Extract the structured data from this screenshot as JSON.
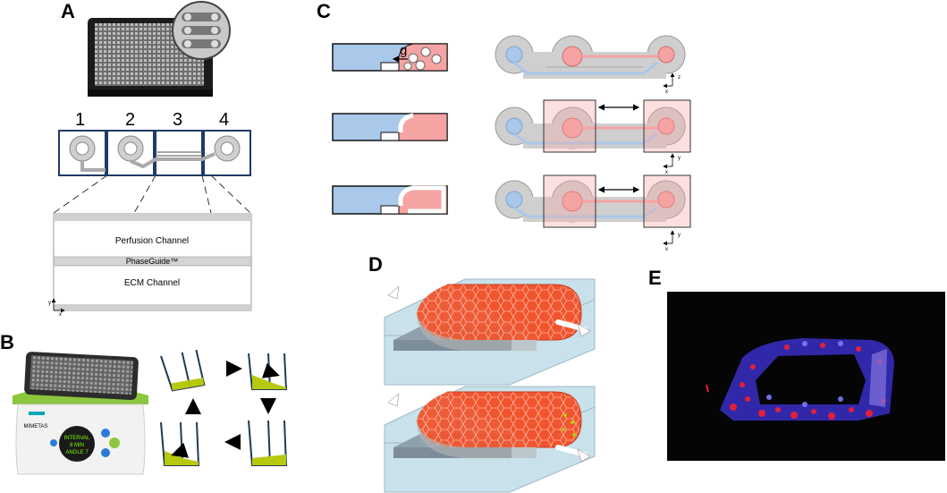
{
  "panels": {
    "a": "A",
    "b": "B",
    "c": "C",
    "d": "D",
    "e": "E"
  },
  "panel_a": {
    "units": [
      "1",
      "2",
      "3",
      "4"
    ],
    "perfusion_label": "Perfusion Channel",
    "phaseguide_label": "PhaseGuide™",
    "ecm_label": "ECM Channel",
    "axis_y": "y",
    "axis_x": "x"
  },
  "panel_b": {
    "device_brand": "MIMETAS",
    "screen_line1": "INTERVAL",
    "screen_line2": "8 MIN",
    "screen_line3": "ANGLE 7"
  },
  "panel_c": {
    "gravity_label": "g",
    "axes": [
      {
        "v": "z",
        "h": "x"
      },
      {
        "v": "y",
        "h": "x"
      },
      {
        "v": "y",
        "h": "x"
      }
    ]
  },
  "colors": {
    "medium_blue": "#a9c8ea",
    "gel_pink": "#f5a3a3",
    "cell_red": "#f0552e",
    "liquid_green": "#b7c90f",
    "arrow_navy": "#1f3b57",
    "device_green": "#8cc63f",
    "frame_navy": "#1f3b66"
  }
}
